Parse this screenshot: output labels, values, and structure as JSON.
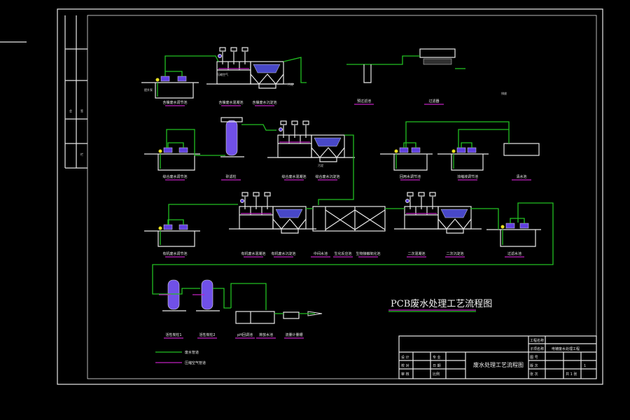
{
  "drawing": {
    "title": "PCB废水处理工艺流程图",
    "colors": {
      "background": "#000000",
      "frame": "#e8e8e8",
      "water_pipe": "#22c022",
      "air_pipe": "#c020c0",
      "equipment_fill": "#6040e0",
      "sensor": "#e8e020"
    },
    "units": [
      "含镍废水调节池",
      "含镍废水混凝池",
      "含镍废水沉淀池",
      "预过滤池",
      "过滤器",
      "综合废水调节池",
      "砂滤柱",
      "综合废水混凝池",
      "综合废水沉淀池",
      "回用水调节池",
      "浓缩液调节池",
      "清水池",
      "有机废水调节池",
      "有机废水混凝池",
      "有机废水沉淀池",
      "中间水池",
      "生化反应池",
      "生物接触氧化池",
      "二次混凝池",
      "二次沉淀池",
      "过滤水池",
      "活性炭柱1",
      "活性炭柱2",
      "pH回调池",
      "排放水池",
      "流量计量槽"
    ],
    "small_labels": {
      "outlet": "排放",
      "pump": "提升泵",
      "air": "压缩空气",
      "sludge": "污泥"
    },
    "legend": [
      {
        "label": "废水管道",
        "type": "water"
      },
      {
        "label": "压缩空气管道",
        "type": "air"
      }
    ],
    "title_block": {
      "drawing_name": "废水处理工艺流程图",
      "rows_left": [
        "设 计",
        "校 对",
        "审 核"
      ],
      "rows_mid": [
        "专 业",
        "日 期",
        "比例"
      ],
      "rows_right": [
        "图 号",
        "版 次",
        "张 次"
      ],
      "right_top": [
        "工程名称",
        "子项名称"
      ],
      "project": "电镀废水处理工程",
      "sheet": "1",
      "sheet_of": "共 1 张"
    },
    "side_strip": [
      "会",
      "签",
      "栏"
    ]
  }
}
